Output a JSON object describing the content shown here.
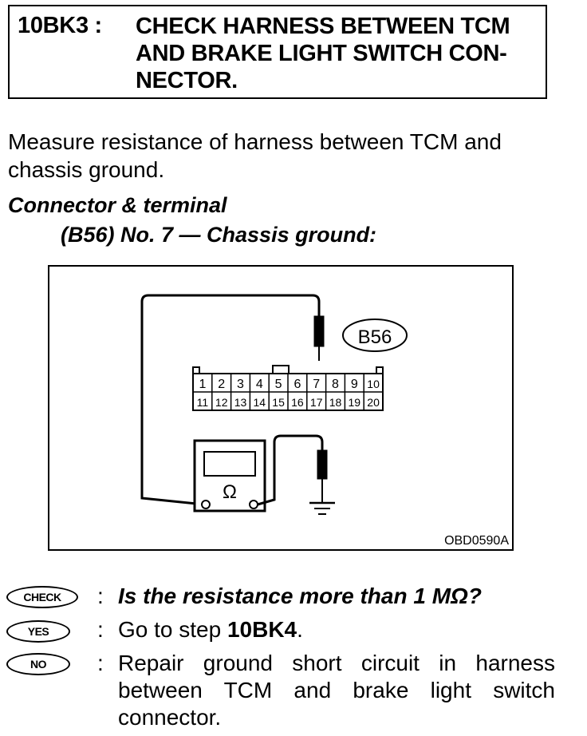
{
  "step": {
    "id": "10BK3 :",
    "title": "CHECK HARNESS BETWEEN TCM\nAND BRAKE LIGHT SWITCH CON-\nNECTOR."
  },
  "instruction": "Measure resistance of harness between TCM and chassis ground.",
  "connector": {
    "heading": "Connector & terminal",
    "detail": "(B56) No. 7 — Chassis ground:"
  },
  "figure": {
    "connector_label": "B56",
    "terminals_top": [
      "1",
      "2",
      "3",
      "4",
      "5",
      "6",
      "7",
      "8",
      "9",
      "10"
    ],
    "terminals_bottom": [
      "11",
      "12",
      "13",
      "14",
      "15",
      "16",
      "17",
      "18",
      "19",
      "20"
    ],
    "ohm_symbol": "Ω",
    "code": "OBD0590A"
  },
  "results": {
    "check": {
      "badge": "CHECK",
      "colon": ":",
      "text": "Is the resistance more than 1 MΩ?"
    },
    "yes": {
      "badge": "YES",
      "colon": ":",
      "text_before": "Go to step ",
      "step_ref": "10BK4",
      "text_after": "."
    },
    "no": {
      "badge": "NO",
      "colon": ":",
      "text": "Repair ground short circuit in harness between TCM and brake light switch connector."
    }
  }
}
